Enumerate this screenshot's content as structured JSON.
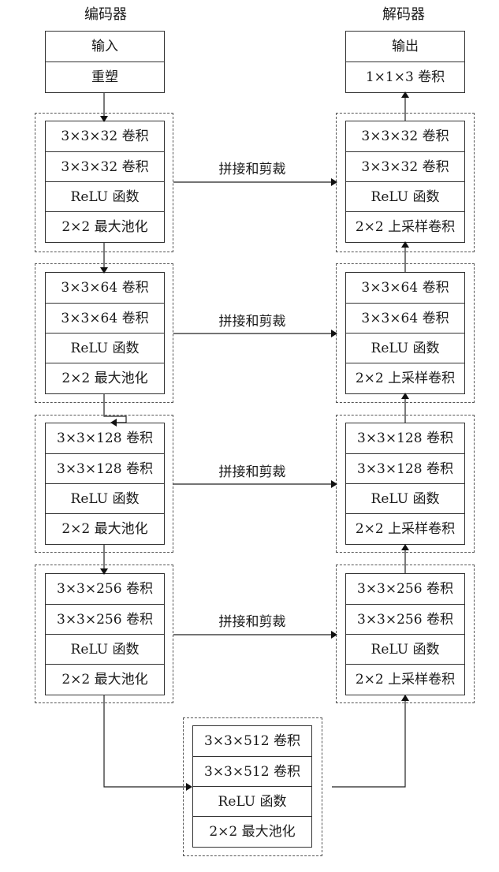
{
  "encoder_title": "编码器",
  "decoder_title": "解码器",
  "encoder_io": [
    "输入",
    "重塑"
  ],
  "decoder_io": [
    "输出",
    "1×1×3 卷积"
  ],
  "encoder_blocks": [
    [
      "3×3×32 卷积",
      "3×3×32 卷积",
      "ReLU 函数",
      "2×2 最大池化"
    ],
    [
      "3×3×64 卷积",
      "3×3×64 卷积",
      "ReLU 函数",
      "2×2 最大池化"
    ],
    [
      "3×3×128 卷积",
      "3×3×128 卷积",
      "ReLU 函数",
      "2×2 最大池化"
    ],
    [
      "3×3×256 卷积",
      "3×3×256 卷积",
      "ReLU 函数",
      "2×2 最大池化"
    ]
  ],
  "decoder_blocks": [
    [
      "3×3×32 卷积",
      "3×3×32 卷积",
      "ReLU 函数",
      "2×2 上采样卷积"
    ],
    [
      "3×3×64 卷积",
      "3×3×64 卷积",
      "ReLU 函数",
      "2×2 上采样卷积"
    ],
    [
      "3×3×128 卷积",
      "3×3×128 卷积",
      "ReLU 函数",
      "2×2 上采样卷积"
    ],
    [
      "3×3×256 卷积",
      "3×3×256 卷积",
      "ReLU 函数",
      "2×2 上采样卷积"
    ]
  ],
  "bottleneck_block": [
    "3×3×512 卷积",
    "3×3×512 卷积",
    "ReLU 函数",
    "2×2 最大池化"
  ],
  "skip_links": [
    "拼接和剪裁",
    "拼接和剪裁",
    "拼接和剪裁",
    "拼接和剪裁"
  ]
}
